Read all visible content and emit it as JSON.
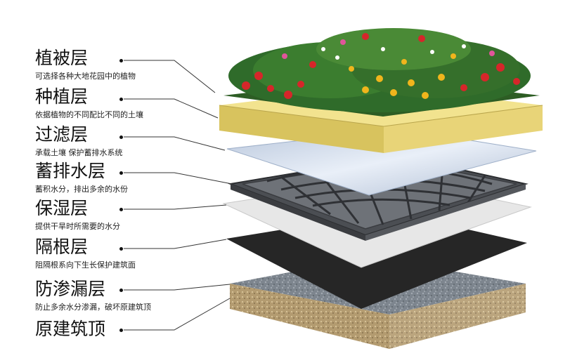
{
  "layers": [
    {
      "title": "植被层",
      "desc": "可选择各种大地花园中的植物"
    },
    {
      "title": "种植层",
      "desc": "依据植物的不同配比不同的土壤"
    },
    {
      "title": "过滤层",
      "desc": "承载土壤 保护蓄排水系统"
    },
    {
      "title": "蓄排水层",
      "desc": "蓄积水分，排出多余的水份"
    },
    {
      "title": "保湿层",
      "desc": "提供干旱时所需要的水分"
    },
    {
      "title": "隔根层",
      "desc": "阻隔根系向下生长保护建筑面"
    },
    {
      "title": "防渗漏层",
      "desc": "防止多余水分渗漏，破坏原建筑顶"
    },
    {
      "title": "原建筑顶",
      "desc": ""
    }
  ],
  "colors": {
    "vegetation": "#2f6b2a",
    "planting_soil": "#efe08a",
    "filter": "#c9d6ea",
    "drainage": "#5a5d62",
    "moisture": "#e6e6e6",
    "root_barrier": "#2a2a2a",
    "waterproof": "#7e8690",
    "roof": "#b49a6e"
  }
}
